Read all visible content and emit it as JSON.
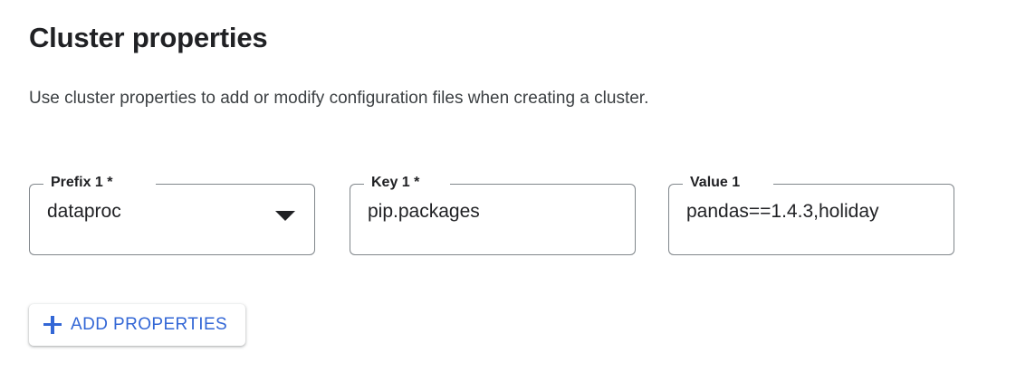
{
  "page": {
    "title": "Cluster properties",
    "description": "Use cluster properties to add or modify configuration files when creating a cluster."
  },
  "colors": {
    "accent": "#3367d6",
    "text": "#202124",
    "border": "#80868b",
    "background": "#ffffff"
  },
  "fields": [
    {
      "name": "prefix",
      "label": "Prefix 1 *",
      "value": "dataproc",
      "control": "select",
      "icon": "chevron-down-icon",
      "required": true,
      "placeholder": ""
    },
    {
      "name": "key",
      "label": "Key 1 *",
      "value": "pip.packages",
      "control": "text",
      "required": true,
      "placeholder": ""
    },
    {
      "name": "value",
      "label": "Value 1",
      "value": "pandas==1.4.3,holiday",
      "control": "text",
      "required": false,
      "placeholder": ""
    }
  ],
  "actions": {
    "add_properties_label": "ADD PROPERTIES",
    "add_properties_icon": "plus-icon"
  }
}
